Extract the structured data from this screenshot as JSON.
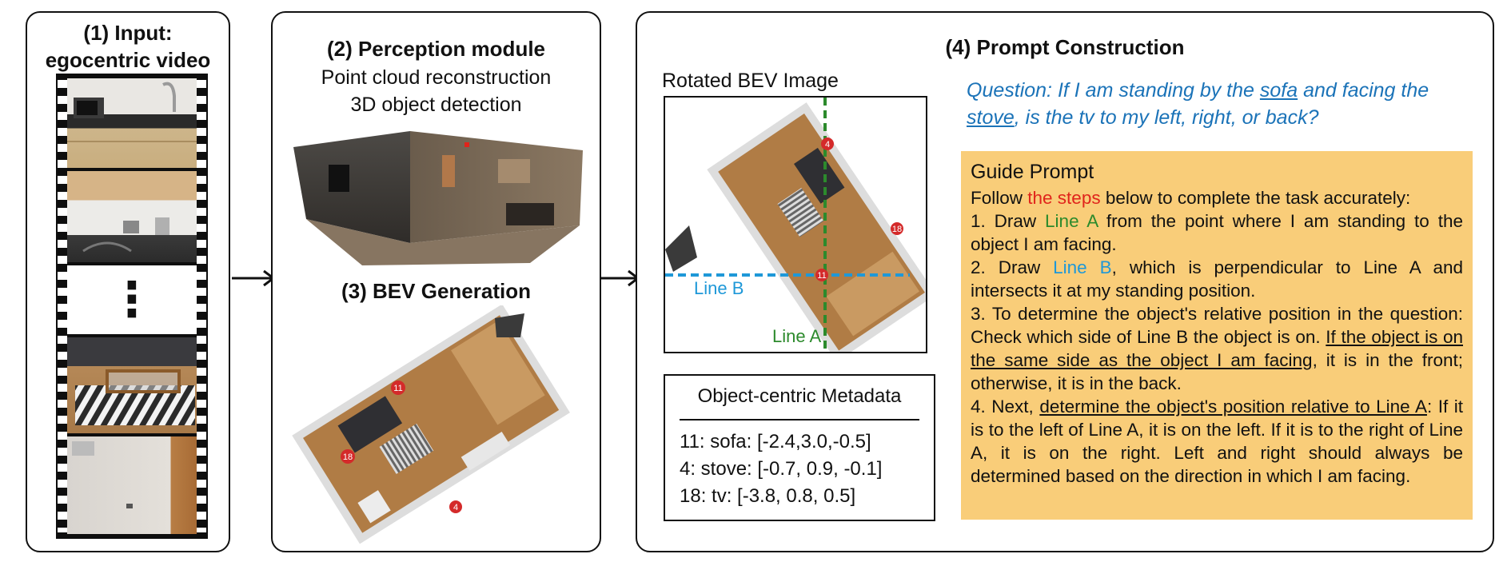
{
  "panel1": {
    "title_line1": "(1) Input:",
    "title_line2": "egocentric video",
    "ellipsis": "⋮"
  },
  "panel2": {
    "title": "(2) Perception module",
    "line1": "Point cloud reconstruction",
    "line2": "3D object detection",
    "section3_title": "(3) BEV Generation",
    "bev_markers": [
      "11",
      "18",
      "4"
    ]
  },
  "panel4": {
    "title": "(4) Prompt Construction",
    "bev_caption": "Rotated BEV Image",
    "line_a_label": "Line A",
    "line_b_label": "Line B",
    "bev_markers": [
      "4",
      "18",
      "11"
    ],
    "question_parts": {
      "prefix": "Question: If I am standing by the ",
      "sofa": "sofa",
      "middle": " and facing the ",
      "stove": "stove",
      "suffix": ", is the tv to my left, right, or back?"
    },
    "metadata": {
      "title": "Object-centric Metadata",
      "rows": [
        "11: sofa: [-2.4,3.0,-0.5]",
        "4: stove: [-0.7, 0.9, -0.1]",
        "18: tv: [-3.8, 0.8, 0.5]"
      ]
    },
    "guide": {
      "title": "Guide Prompt",
      "intro_a": "Follow ",
      "intro_steps": "the steps",
      "intro_b": " below to complete the task accurately:",
      "s1_a": "1. Draw ",
      "s1_line": "Line A",
      "s1_b": " from the point where I am standing to the object I am facing.",
      "s2_a": "2. Draw ",
      "s2_line": "Line B",
      "s2_b": ", which is perpendicular to Line A and intersects it at my standing position.",
      "s3_a": "3. To determine the object's relative position in the question: Check which side of Line B the object is on. ",
      "s3_u": "If the object is on the same side as the object I am facing",
      "s3_b": ", it is in the front; otherwise, it is in the back.",
      "s4_a": "4. Next, ",
      "s4_u": "determine the object's position relative to Line A",
      "s4_b": ": If it is to the left of Line A, it is on the left. If it is to the right of Line A, it is on the right. Left and right should always be determined based on the direction in which I am facing."
    }
  },
  "colors": {
    "guide_bg": "#f9cd79",
    "line_a": "#2c8a2c",
    "line_b": "#1e98d8",
    "question": "#1b73b8",
    "steps": "#e0241b"
  }
}
